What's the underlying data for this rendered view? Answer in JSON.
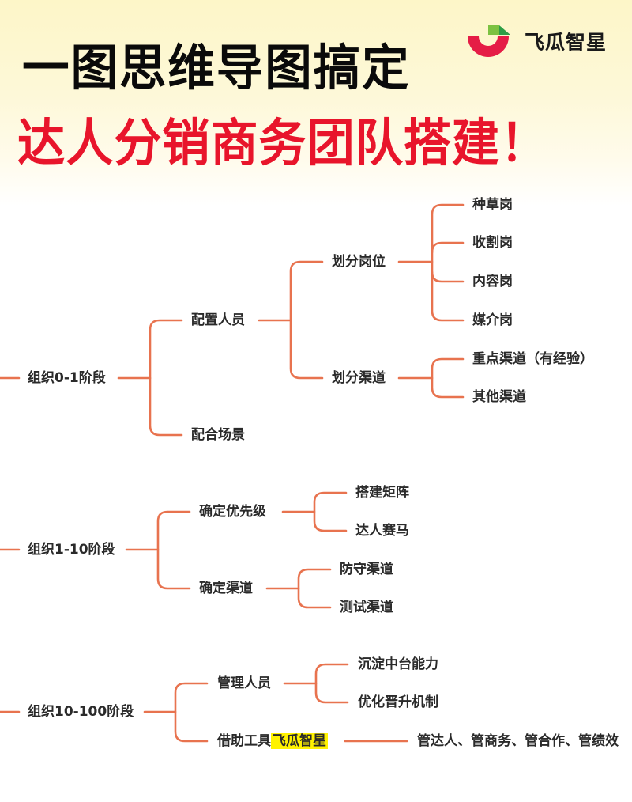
{
  "brand": {
    "logo_text": "飞瓜智星",
    "logo_colors": {
      "red": "#e51d46",
      "green": "#7cc242",
      "dark_green": "#2e9e46"
    }
  },
  "title": {
    "line1": "一图思维导图搞定",
    "line2": "达人分销商务团队搭建！"
  },
  "colors": {
    "connector": "#e8734f",
    "title_red": "#e8152b",
    "highlight": "#fff200"
  },
  "mindmap": {
    "stage1": {
      "label": "组织0-1阶段",
      "children": {
        "staffing": {
          "label": "配置人员",
          "positions": {
            "label": "划分岗位",
            "items": [
              "种草岗",
              "收割岗",
              "内容岗",
              "媒介岗"
            ]
          },
          "channels": {
            "label": "划分渠道",
            "items": [
              "重点渠道（有经验）",
              "其他渠道"
            ]
          }
        },
        "scenario": {
          "label": "配合场景"
        }
      }
    },
    "stage2": {
      "label": "组织1-10阶段",
      "children": {
        "priority": {
          "label": "确定优先级",
          "items": [
            "搭建矩阵",
            "达人赛马"
          ]
        },
        "channel": {
          "label": "确定渠道",
          "items": [
            "防守渠道",
            "测试渠道"
          ]
        }
      }
    },
    "stage3": {
      "label": "组织10-100阶段",
      "children": {
        "manage": {
          "label": "管理人员",
          "items": [
            "沉淀中台能力",
            "优化晋升机制"
          ]
        },
        "tool": {
          "label_prefix": "借助工具",
          "label_highlight": "飞瓜智星",
          "items": [
            "管达人、管商务、管合作、管绩效"
          ]
        }
      }
    }
  }
}
